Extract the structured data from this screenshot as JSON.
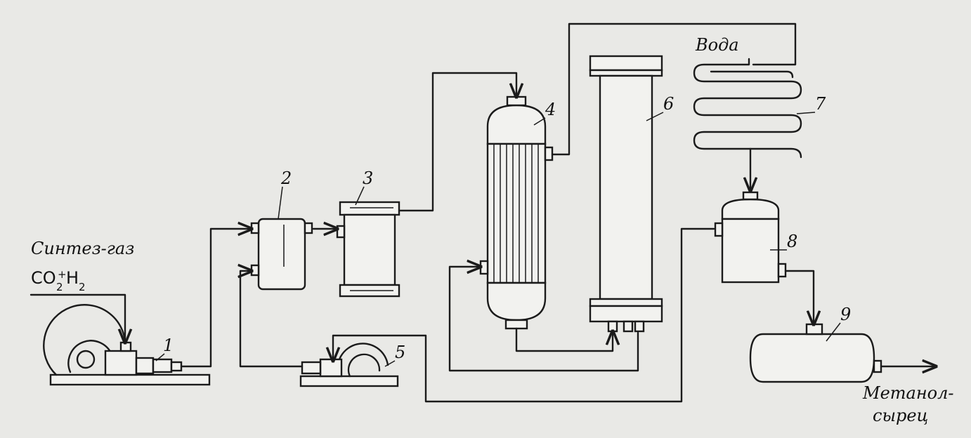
{
  "labels": {
    "feed_line1": "Синтез-газ",
    "feed_line2_a": "CO",
    "feed_line2_sub1": "2",
    "feed_line2_plus": "+",
    "feed_line2_b": "H",
    "feed_line2_sub2": "2",
    "water": "Вода",
    "product_line1": "Метанол-",
    "product_line2": "сырец"
  },
  "equipment_numbers": [
    "1",
    "2",
    "3",
    "4",
    "5",
    "6",
    "7",
    "8",
    "9"
  ]
}
